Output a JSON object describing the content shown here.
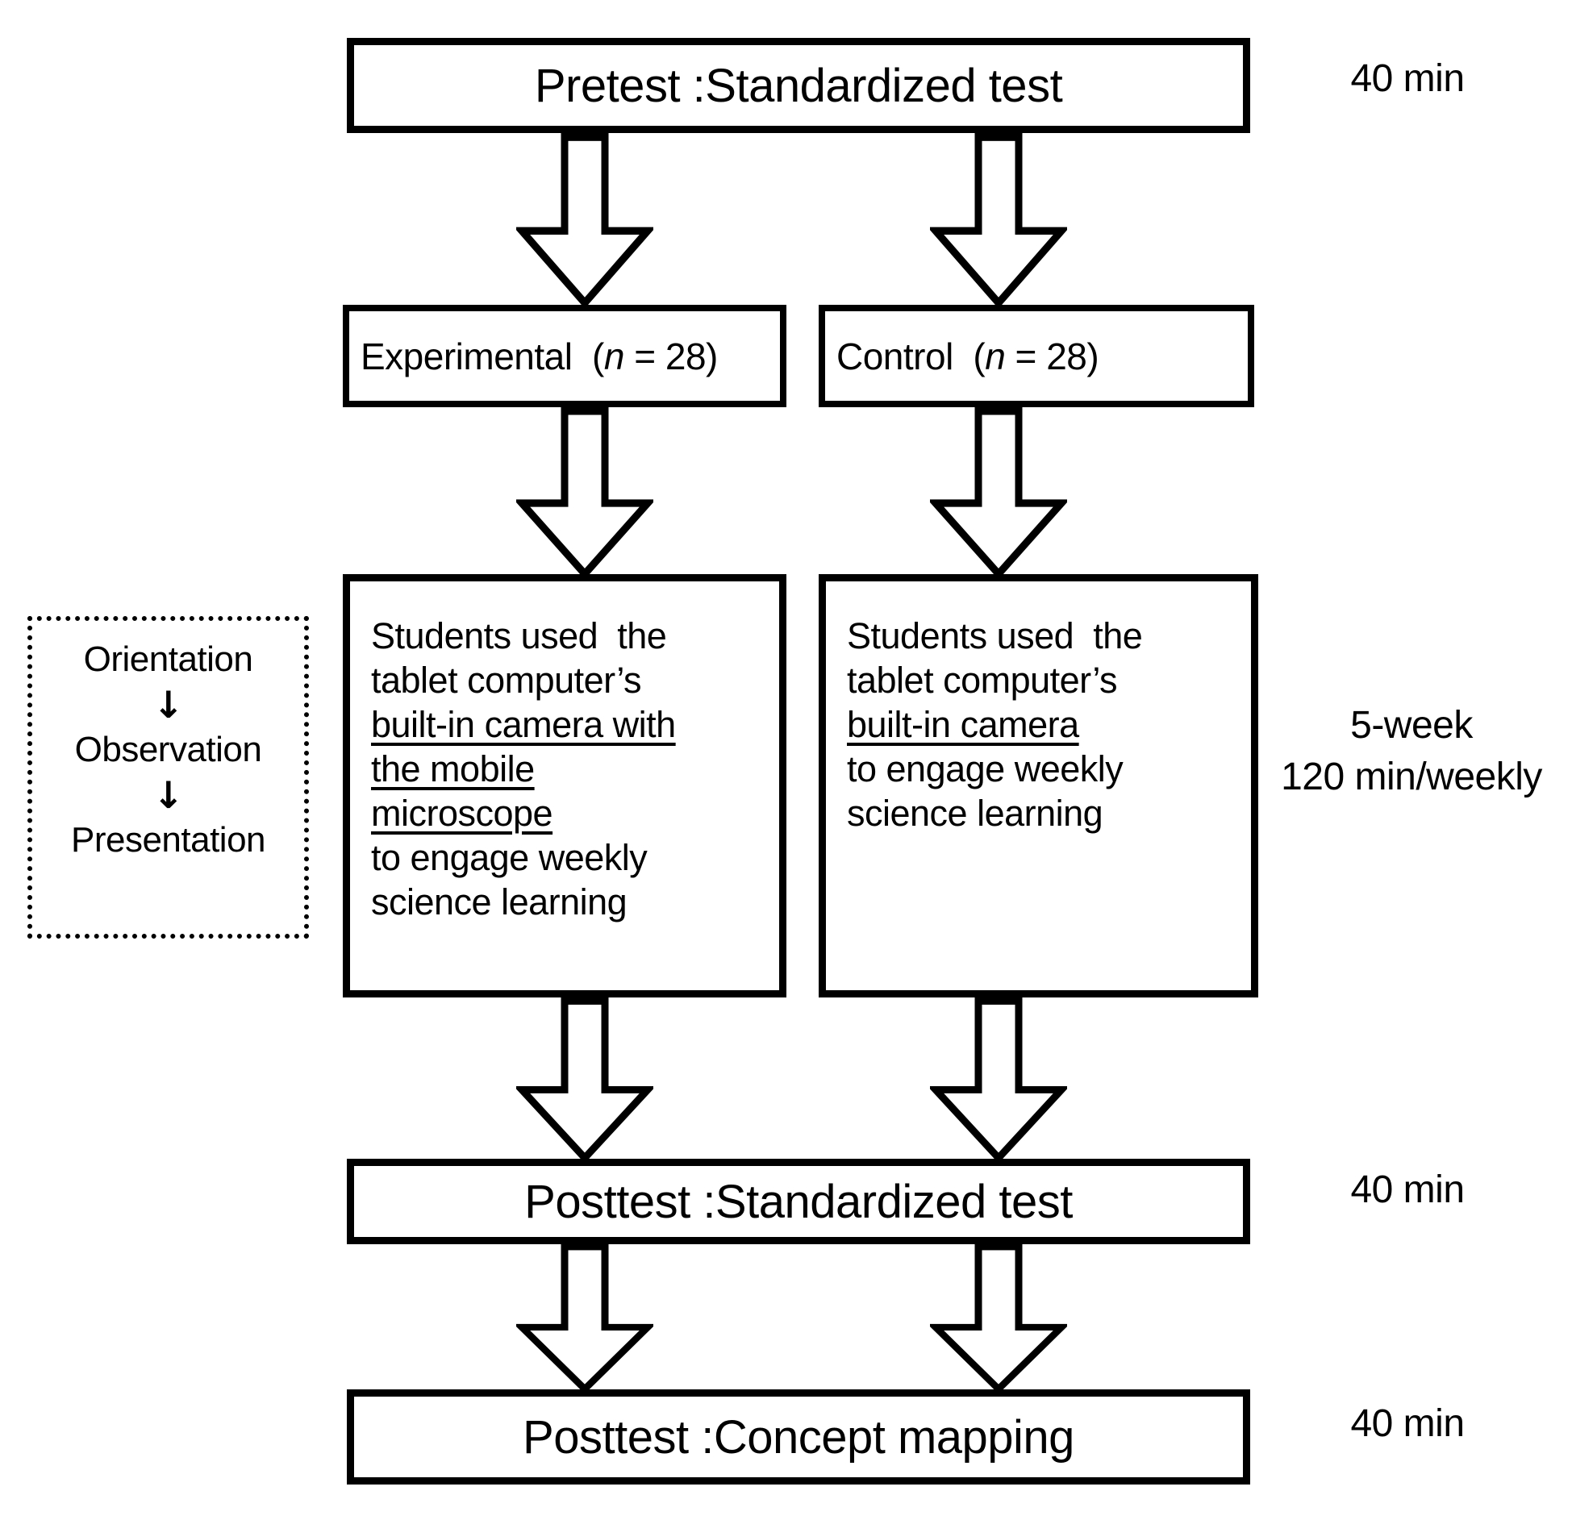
{
  "pretest": {
    "label": "Pretest :Standardized test",
    "duration": "40 min"
  },
  "groups": {
    "experimental": {
      "name": "Experimental",
      "paren_open": "  (",
      "n_symbol": "n",
      "paren_rest": " = 28)"
    },
    "control": {
      "name": "Control",
      "paren_open": "  (",
      "n_symbol": "n",
      "paren_rest": " = 28)"
    }
  },
  "intervention": {
    "experimental_lines": [
      {
        "text": "Students used  the",
        "underline": false
      },
      {
        "text": "tablet computer’s",
        "underline": false
      },
      {
        "text": "built-in camera with",
        "underline": true
      },
      {
        "text": "the mobile",
        "underline": true
      },
      {
        "text": "microscope",
        "underline": true
      },
      {
        "text": "to engage weekly",
        "underline": false
      },
      {
        "text": "science learning",
        "underline": false
      }
    ],
    "control_lines": [
      {
        "text": "Students used  the",
        "underline": false
      },
      {
        "text": "tablet computer’s",
        "underline": false
      },
      {
        "text": "built-in camera",
        "underline": true
      },
      {
        "text": "to engage weekly",
        "underline": false
      },
      {
        "text": "science learning",
        "underline": false
      }
    ],
    "duration_line1": "5-week",
    "duration_line2": "120 min/weekly"
  },
  "process": {
    "items": [
      "Orientation",
      "Observation",
      "Presentation"
    ],
    "arrow_glyph": "↓"
  },
  "posttest_standardized": {
    "label": "Posttest :Standardized test",
    "duration": "40 min"
  },
  "posttest_concept": {
    "label": "Posttest :Concept mapping",
    "duration": "40 min"
  },
  "colors": {
    "ink": "#000000",
    "background": "#ffffff"
  }
}
